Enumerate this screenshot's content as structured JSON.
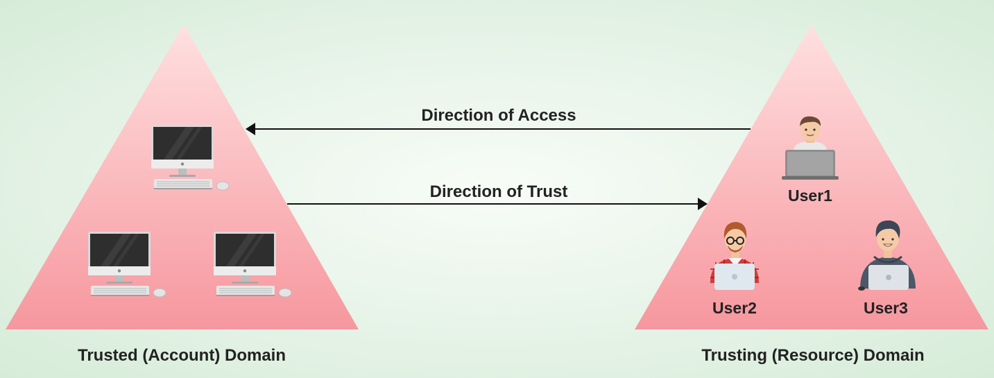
{
  "left_domain": {
    "label": "Trusted (Account) Domain",
    "computers": [
      "desktop-computer-icon",
      "desktop-computer-icon",
      "desktop-computer-icon"
    ]
  },
  "right_domain": {
    "label": "Trusting (Resource) Domain",
    "users": [
      {
        "label": "User1",
        "icon": "user-laptop-icon"
      },
      {
        "label": "User2",
        "icon": "user-glasses-laptop-icon"
      },
      {
        "label": "User3",
        "icon": "user-hoodie-laptop-icon"
      }
    ]
  },
  "arrows": {
    "access": {
      "label": "Direction of Access",
      "direction": "right-to-left"
    },
    "trust": {
      "label": "Direction of Trust",
      "direction": "left-to-right"
    }
  },
  "colors": {
    "triangle_top": "#ffdcdc",
    "triangle_bottom": "#f69aa0",
    "arrow": "#111111",
    "text": "#222222"
  }
}
